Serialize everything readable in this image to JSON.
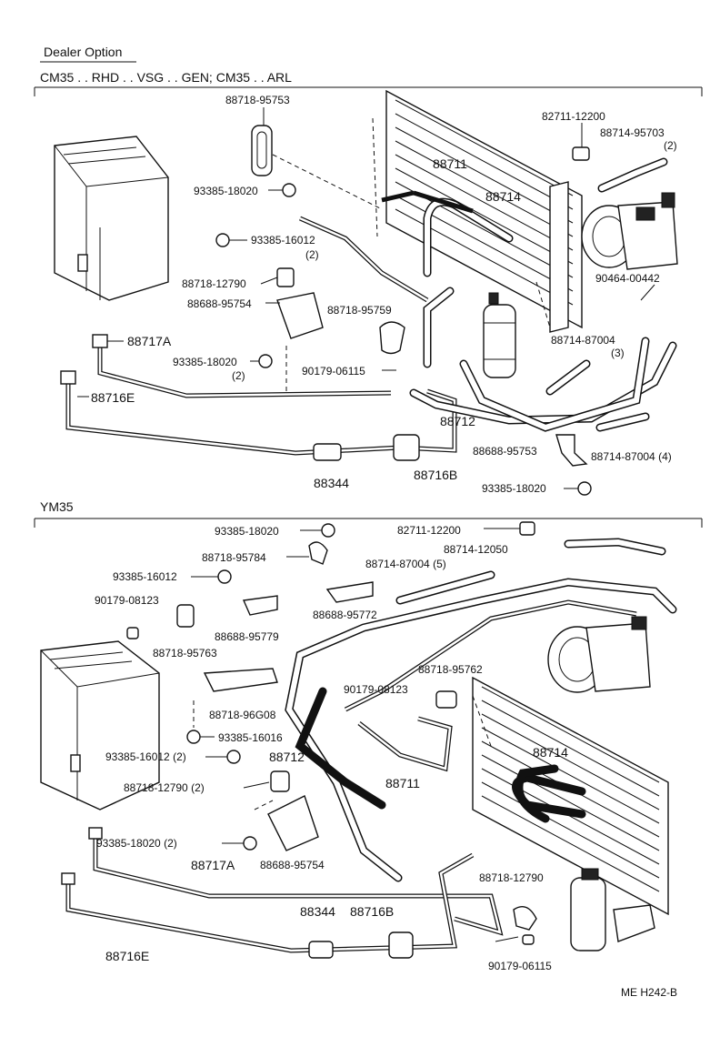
{
  "header": {
    "option": "Dealer Option",
    "section1": "CM35 . . RHD . . VSG . . GEN; CM35 . . ARL",
    "section2": "YM35"
  },
  "section1_labels": [
    "88718-95753",
    "93385-18020",
    "88711",
    "82711-12200",
    "88714-95703",
    "(2)",
    "88714",
    "93385-16012",
    "(2)",
    "88718-12790",
    "88688-95754",
    "88718-95759",
    "90464-00442",
    "88717A",
    "93385-18020",
    "(2)",
    "90179-06115",
    "88714-87004",
    "(3)",
    "88716E",
    "88712",
    "88688-95753",
    "88714-87004 (4)",
    "88344",
    "88716B",
    "93385-18020"
  ],
  "section2_labels": [
    "93385-18020",
    "82711-12200",
    "88718-95784",
    "88714-12050",
    "88714-87004 (5)",
    "93385-16012",
    "88688-95772",
    "90179-08123",
    "88688-95779",
    "88718-95763",
    "88718-95762",
    "88718-96G08",
    "90179-08123",
    "93385-16016",
    "88714",
    "93385-16012 (2)",
    "88712",
    "88711",
    "88718-12790 (2)",
    "93385-18020 (2)",
    "88688-95754",
    "88717A",
    "88718-12790",
    "88344",
    "88716B",
    "88716E",
    "90179-06115"
  ],
  "footer": {
    "code": "ME  H242-B"
  }
}
